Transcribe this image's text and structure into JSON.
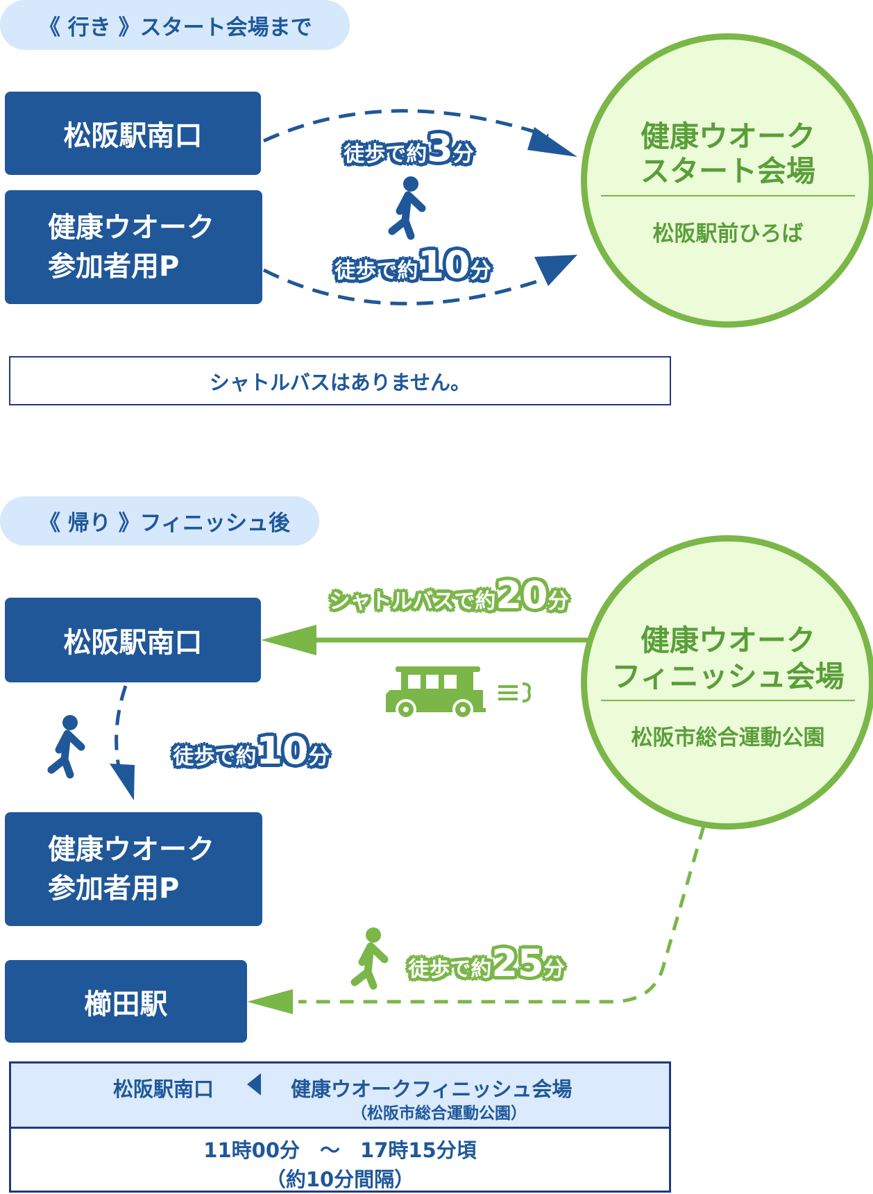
{
  "outbound": {
    "heading": "《 行き 》スタート会場まで",
    "origins": [
      "松阪駅南口",
      "健康ウオーク",
      "参加者用P"
    ],
    "walk_short": {
      "prefix": "徒歩で約",
      "number": "3",
      "unit": "分"
    },
    "walk_long": {
      "prefix": "徒歩で約",
      "number": "10",
      "unit": "分"
    },
    "venue": {
      "title_line1": "健康ウオーク",
      "title_line2": "スタート会場",
      "place": "松阪駅前ひろば"
    },
    "note": "シャトルバスはありません。"
  },
  "return": {
    "heading": "《 帰り 》フィニッシュ後",
    "station": "松阪駅南口",
    "parking_line1": "健康ウオーク",
    "parking_line2": "参加者用P",
    "kushida": "櫛田駅",
    "bus": {
      "prefix": "シャトルバスで約",
      "number": "20",
      "unit": "分"
    },
    "walk_parking": {
      "prefix": "徒歩で約",
      "number": "10",
      "unit": "分"
    },
    "walk_kushida": {
      "prefix": "徒歩で約",
      "number": "25",
      "unit": "分"
    },
    "venue": {
      "title_line1": "健康ウオーク",
      "title_line2": "フィニッシュ会場",
      "place": "松阪市総合運動公園"
    },
    "schedule": {
      "from": "松阪駅南口",
      "to": "健康ウオークフィニッシュ会場",
      "to_sub": "（松阪市総合運動公園）",
      "hours": "11時00分　～　17時15分頃",
      "interval": "（約10分間隔）"
    }
  },
  "colors": {
    "blue": "#1f5799",
    "green": "#7ab648",
    "pill": "#d6e8fb"
  }
}
